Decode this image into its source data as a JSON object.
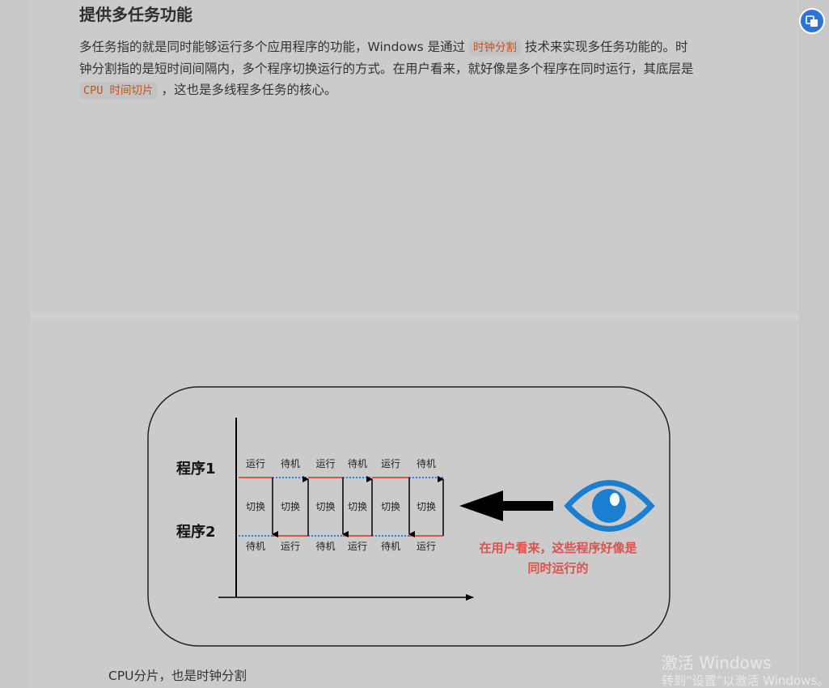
{
  "article": {
    "section_title": "提供多任务功能",
    "para_part1": "多任务指的就是同时能够运行多个应用程序的功能，Windows 是通过 ",
    "code1": "时钟分割",
    "para_part2": " 技术来实现多任务功能的。时钟分割指的是短时间间隔内，多个程序切换运行的方式。在用户看来，就好像是多个程序在同时运行，其底层是 ",
    "code2": "CPU 时间切片",
    "para_part3": " ，这也是多线程多任务的核心。",
    "caption": "CPU分片，也是时钟分割"
  },
  "diagram": {
    "program1_label": "程序1",
    "program2_label": "程序2",
    "top_states": [
      "运行",
      "待机",
      "运行",
      "待机",
      "运行",
      "待机"
    ],
    "bottom_states": [
      "待机",
      "运行",
      "待机",
      "运行",
      "待机",
      "运行"
    ],
    "switch_label": "切换",
    "user_view_line1": "在用户看来，这些程序好像是",
    "user_view_line2": "同时运行的"
  },
  "watermark": {
    "line1": "激活 Windows",
    "line2": "转到“设置”以激活 Windows。"
  },
  "colors": {
    "running_line": "#d9534f",
    "standby_line": "#3a7fd5",
    "eye": "#1b7fd1",
    "user_view_text": "#d9534f",
    "code_text": "#c0541e"
  },
  "icons": {
    "eye": "eye-icon",
    "arrow": "left-arrow-icon",
    "float_button": "translate-icon"
  }
}
